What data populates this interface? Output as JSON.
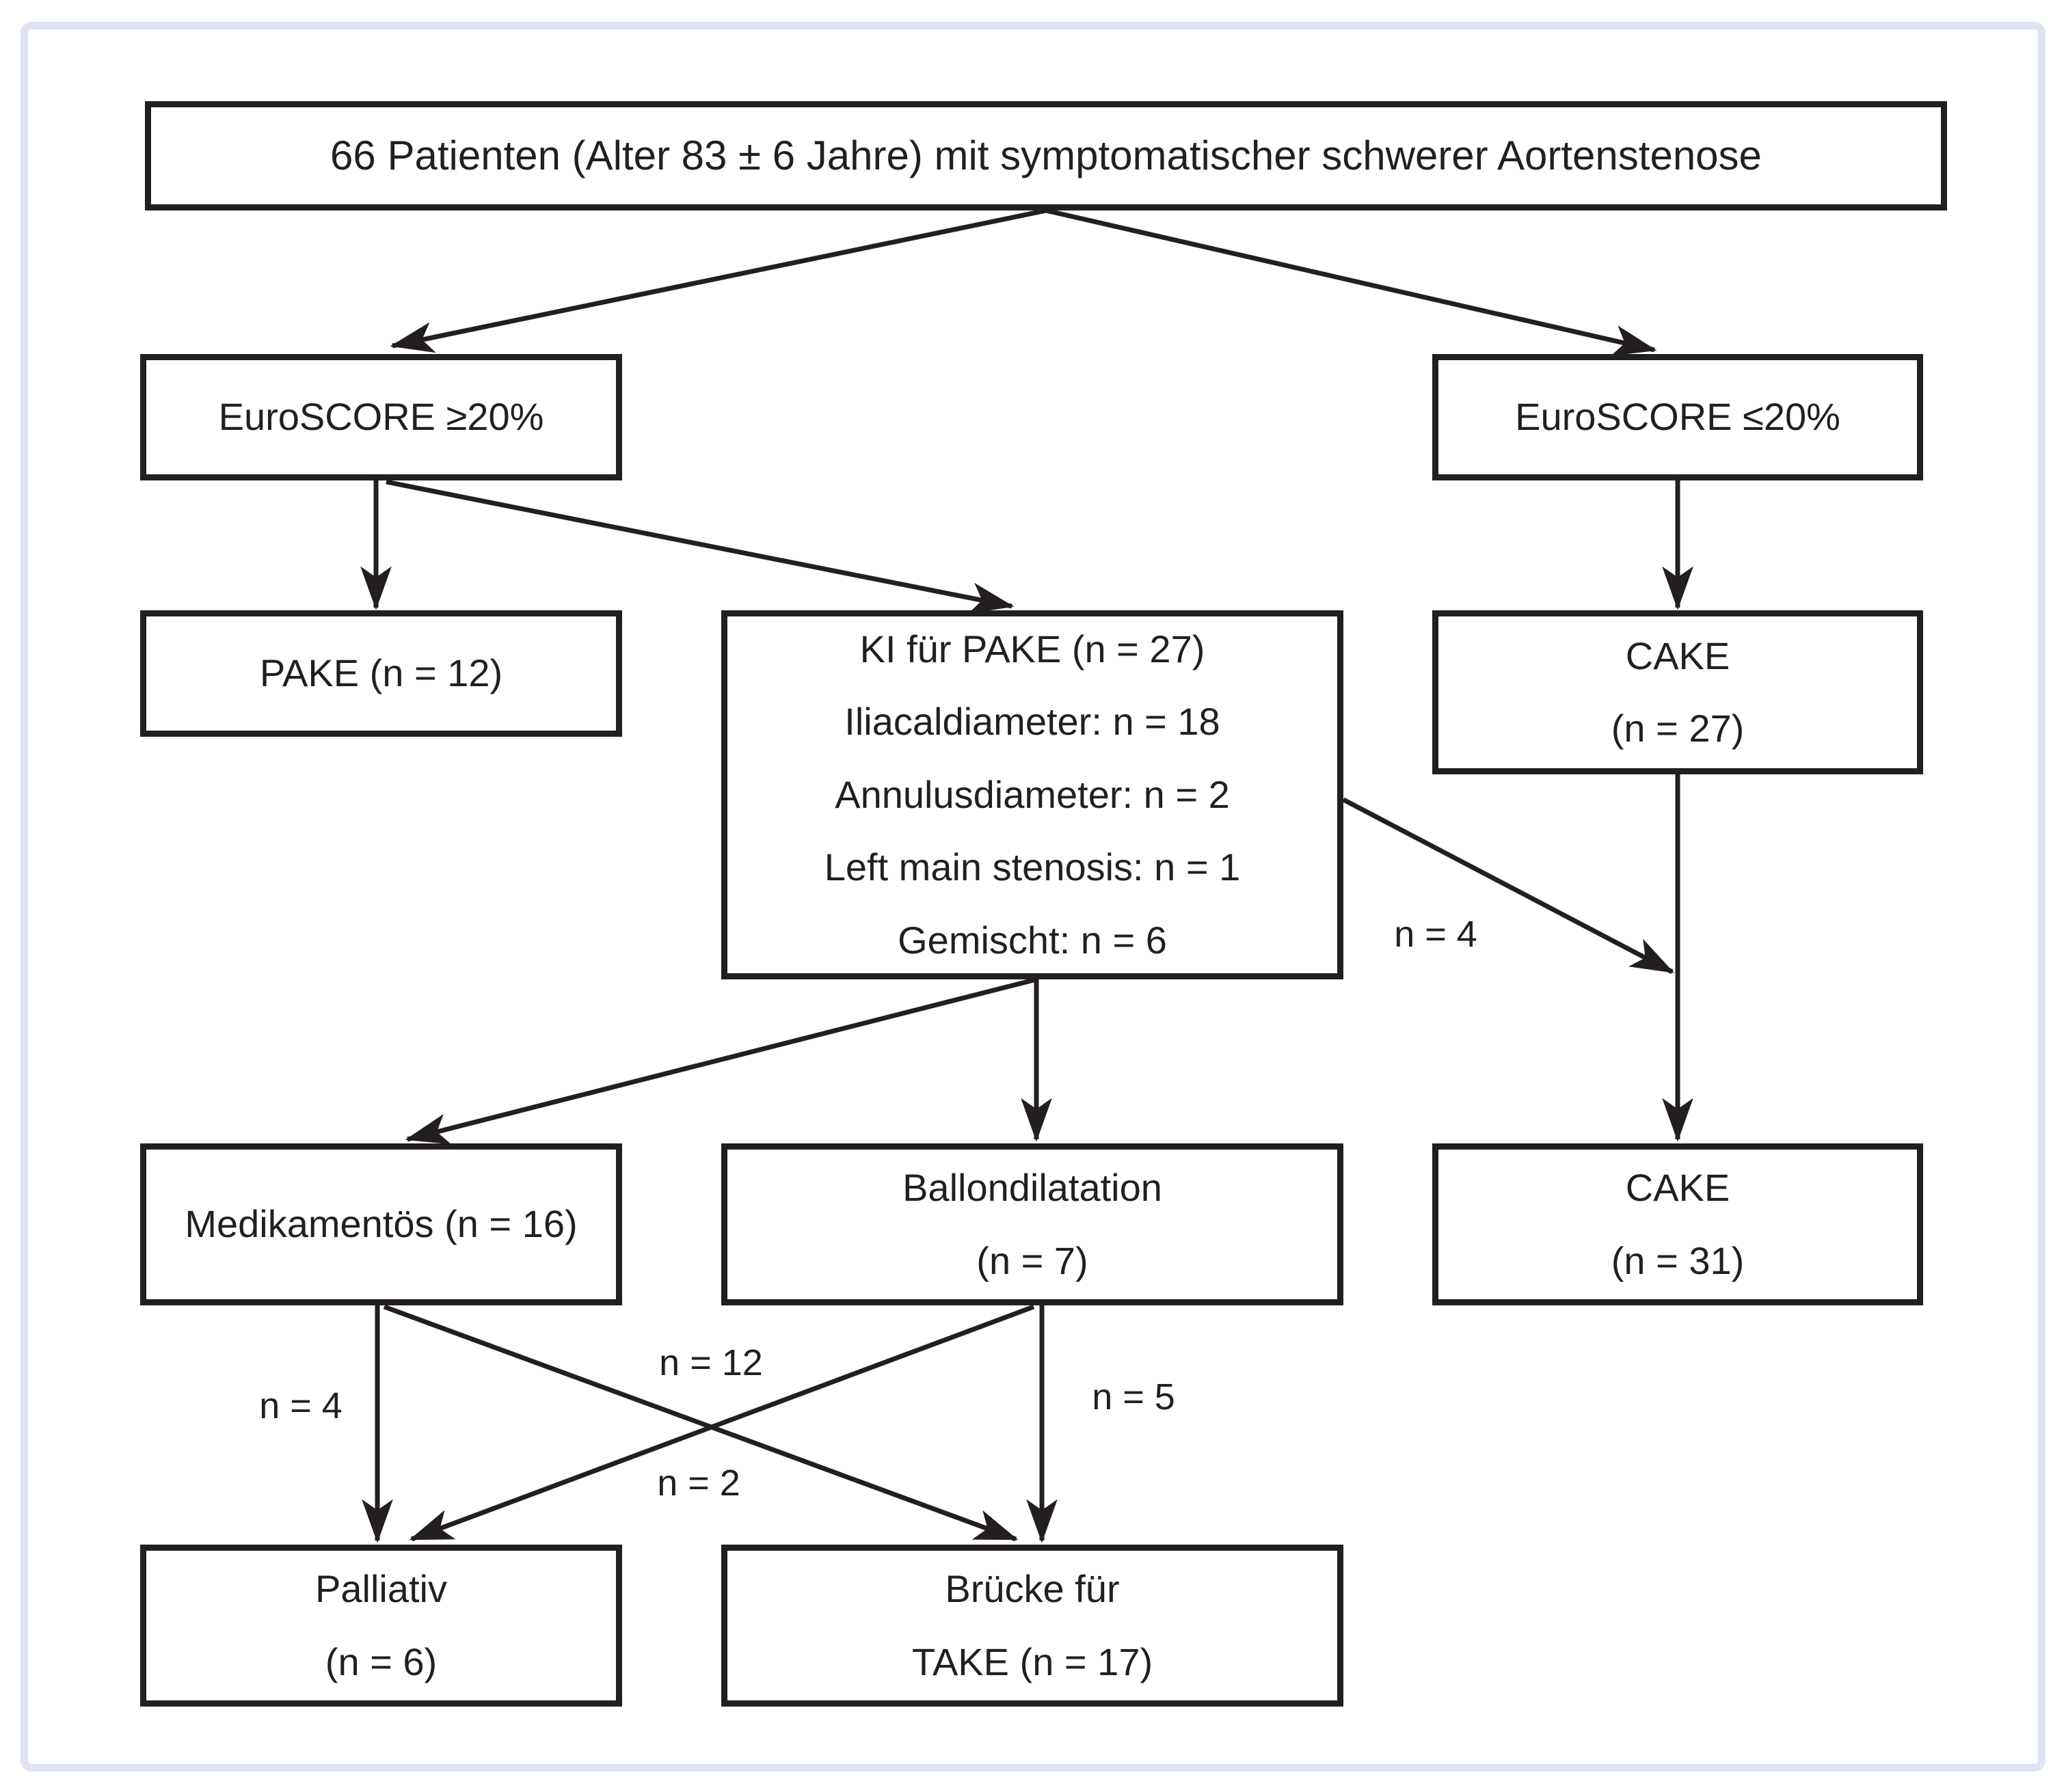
{
  "figure": {
    "background_color": "#ffffff",
    "frame_color": "#dfe3f3",
    "ink_color": "#231f20"
  },
  "nodes": {
    "title": {
      "lines": [
        "66 Patienten (Alter 83 ± 6 Jahre) mit symptomatischer schwerer Aortenstenose"
      ]
    },
    "euroscore_high": {
      "lines": [
        "EuroSCORE ≥20%"
      ]
    },
    "euroscore_low": {
      "lines": [
        "EuroSCORE ≤20%"
      ]
    },
    "pake": {
      "lines": [
        "PAKE (n = 12)"
      ]
    },
    "ki_fuer_pake": {
      "lines": [
        "KI für PAKE (n = 27)",
        "Iliacaldiameter: n = 18",
        "Annulusdiameter: n = 2",
        "Left main stenosis: n = 1",
        "Gemischt: n = 6"
      ]
    },
    "cake_27": {
      "lines": [
        "CAKE",
        "(n = 27)"
      ]
    },
    "medikamentoes": {
      "lines": [
        "Medikamentös (n = 16)"
      ]
    },
    "ballondilatation": {
      "lines": [
        "Ballondilatation",
        "(n = 7)"
      ]
    },
    "cake_31": {
      "lines": [
        "CAKE",
        "(n = 31)"
      ]
    },
    "palliativ": {
      "lines": [
        "Palliativ",
        "(n = 6)"
      ]
    },
    "bruecke_take": {
      "lines": [
        "Brücke für",
        "TAKE (n = 17)"
      ]
    }
  },
  "edge_labels": {
    "ki_to_cake": "n = 4",
    "medik_to_palliativ": "n = 4",
    "medik_to_bruecke": "n = 12",
    "ballon_to_bruecke": "n = 5",
    "ballon_to_palliativ": "n = 2"
  }
}
